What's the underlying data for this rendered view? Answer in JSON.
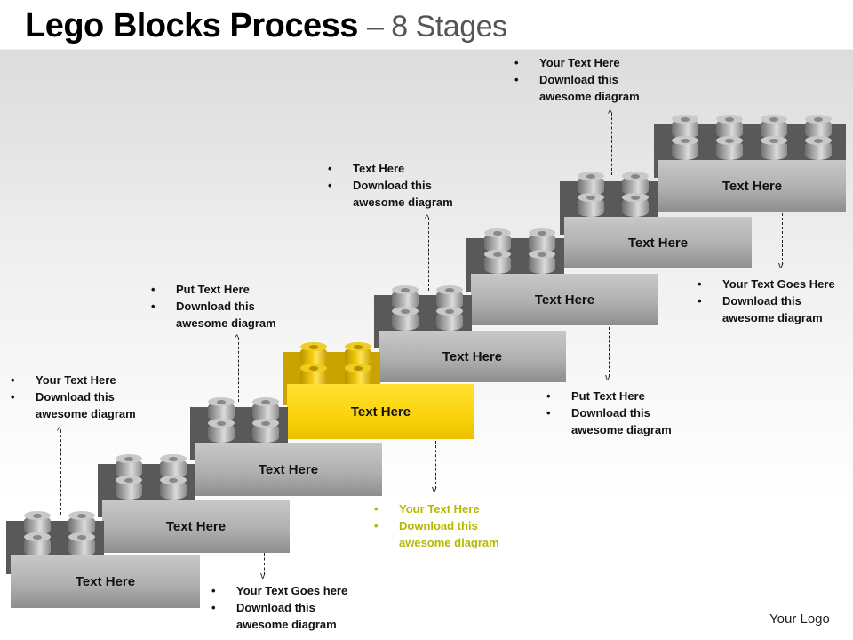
{
  "title": {
    "main": "Lego Blocks Process",
    "sub": "– 8 Stages"
  },
  "colors": {
    "highlight": "#fbd30a",
    "block_gray": "#b0b0b0",
    "highlight_text": "#b5b800"
  },
  "stages": [
    {
      "label": "Text Here",
      "highlight": false
    },
    {
      "label": "Text Here",
      "highlight": false
    },
    {
      "label": "Text Here",
      "highlight": false
    },
    {
      "label": "Text Here",
      "highlight": true
    },
    {
      "label": "Text Here",
      "highlight": false
    },
    {
      "label": "Text Here",
      "highlight": false
    },
    {
      "label": "Text Here",
      "highlight": false
    },
    {
      "label": "Text Here",
      "highlight": false
    }
  ],
  "notes": [
    {
      "line1": "Your Text Here",
      "line2": "Download this",
      "line3": "awesome diagram"
    },
    {
      "line1": "Your Text Goes here",
      "line2": "Download this",
      "line3": "awesome diagram"
    },
    {
      "line1": "Put Text Here",
      "line2": "Download this",
      "line3": "awesome diagram"
    },
    {
      "line1": "Your Text Here",
      "line2": "Download this",
      "line3": "awesome diagram"
    },
    {
      "line1": "Text Here",
      "line2": "Download this",
      "line3": "awesome diagram"
    },
    {
      "line1": "Put Text Here",
      "line2": "Download this",
      "line3": "awesome diagram"
    },
    {
      "line1": "Your Text Here",
      "line2": "Download this",
      "line3": "awesome diagram"
    },
    {
      "line1": "Your Text Goes Here",
      "line2": "Download this",
      "line3": "awesome diagram"
    }
  ],
  "logo": "Your Logo"
}
